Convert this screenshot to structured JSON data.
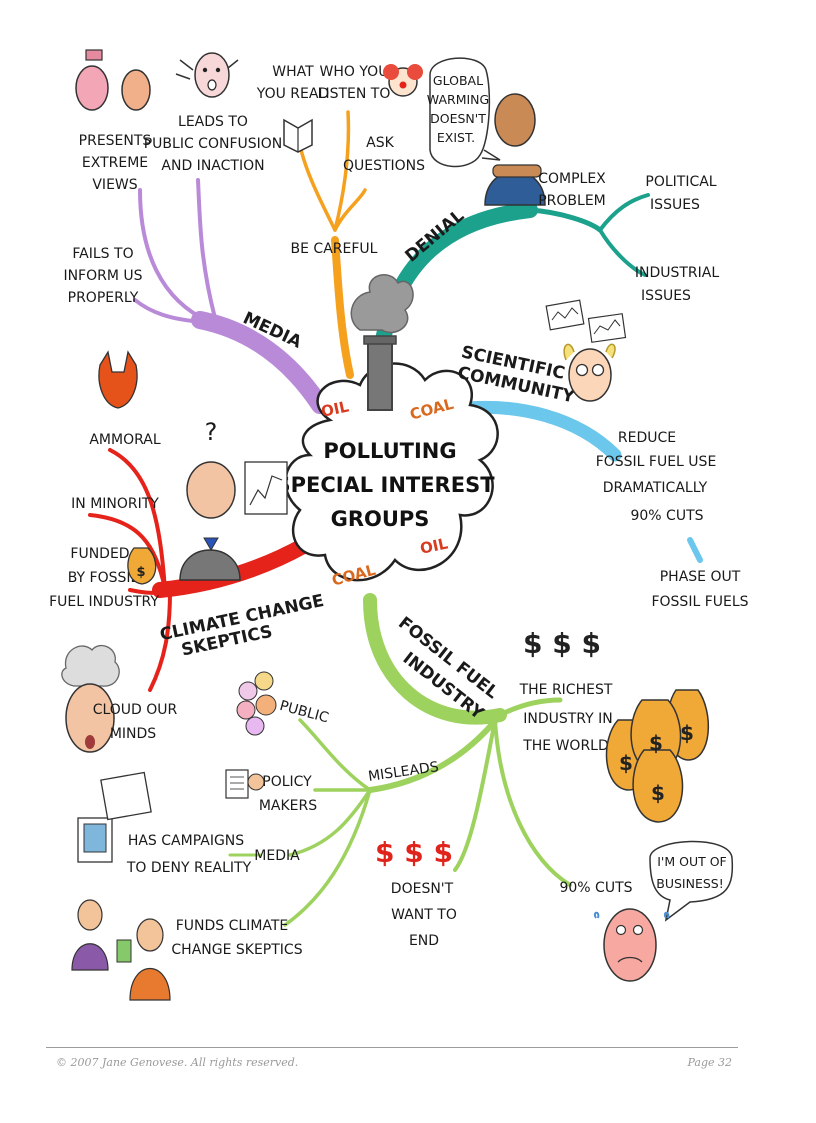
{
  "center": {
    "lines": [
      "POLLUTING",
      "SPECIAL INTEREST",
      "GROUPS"
    ],
    "oil": "OIL",
    "coal": "COAL"
  },
  "branches": {
    "media": "MEDIA",
    "denial": "DENIAL",
    "scientific": [
      "SCIENTIFIC",
      "COMMUNITY"
    ],
    "skeptics": [
      "CLIMATE CHANGE",
      "SKEPTICS"
    ],
    "fossil": [
      "FOSSIL FUEL",
      "INDUSTRY"
    ],
    "careful": "BE CAREFUL"
  },
  "media_items": {
    "presents": [
      "PRESENTS",
      "EXTREME",
      "VIEWS"
    ],
    "leads": [
      "LEADS TO",
      "PUBLIC CONFUSION",
      "AND INACTION"
    ],
    "fails": [
      "FAILS TO",
      "INFORM US",
      "PROPERLY"
    ]
  },
  "careful_items": {
    "what": [
      "WHAT",
      "YOU READ"
    ],
    "who": [
      "WHO YOU",
      "LISTEN TO"
    ],
    "ask": [
      "ASK",
      "QUESTIONS"
    ]
  },
  "denial_items": {
    "bubble": [
      "GLOBAL",
      "WARMING",
      "DOESN'T",
      "EXIST."
    ],
    "complex": [
      "COMPLEX",
      "PROBLEM"
    ],
    "political": [
      "POLITICAL",
      "ISSUES"
    ],
    "industrial": [
      "INDUSTRIAL",
      "ISSUES"
    ]
  },
  "science_items": {
    "reduce": [
      "REDUCE",
      "FOSSIL FUEL USE",
      "DRAMATICALLY",
      "90% CUTS"
    ],
    "phase": [
      "PHASE OUT",
      "FOSSIL FUELS"
    ]
  },
  "skeptic_items": {
    "question": "?",
    "ammoral": "AMMORAL",
    "minority": "IN MINORITY",
    "funded": [
      "FUNDED",
      "BY FOSSIL",
      "FUEL INDUSTRY"
    ],
    "cloud": [
      "CLOUD OUR",
      "MINDS"
    ]
  },
  "fossil_items": {
    "dollars_top": "$ $ $",
    "richest": [
      "THE RICHEST",
      "INDUSTRY IN",
      "THE WORLD"
    ],
    "misleads": "MISLEADS",
    "public": "PUBLIC",
    "policy": [
      "POLICY",
      "MAKERS"
    ],
    "media": "MEDIA",
    "campaigns": [
      "HAS CAMPAIGNS",
      "TO DENY REALITY"
    ],
    "funds": [
      "FUNDS CLIMATE",
      "CHANGE SKEPTICS"
    ],
    "dollars_red": "$ $ $",
    "doesnt": [
      "DOESN'T",
      "WANT TO",
      "END"
    ],
    "cuts": "90% CUTS",
    "out_of_business": [
      "I'M OUT OF",
      "BUSINESS!"
    ]
  },
  "colors": {
    "media": "#b98ad8",
    "careful": "#f5a11e",
    "denial": "#1ba18c",
    "science": "#6cc7ec",
    "skeptics": "#e5231b",
    "fossil": "#9ed25e"
  },
  "footer": {
    "left": "© 2007 Jane Genovese. All rights reserved.",
    "right": "Page 32"
  }
}
